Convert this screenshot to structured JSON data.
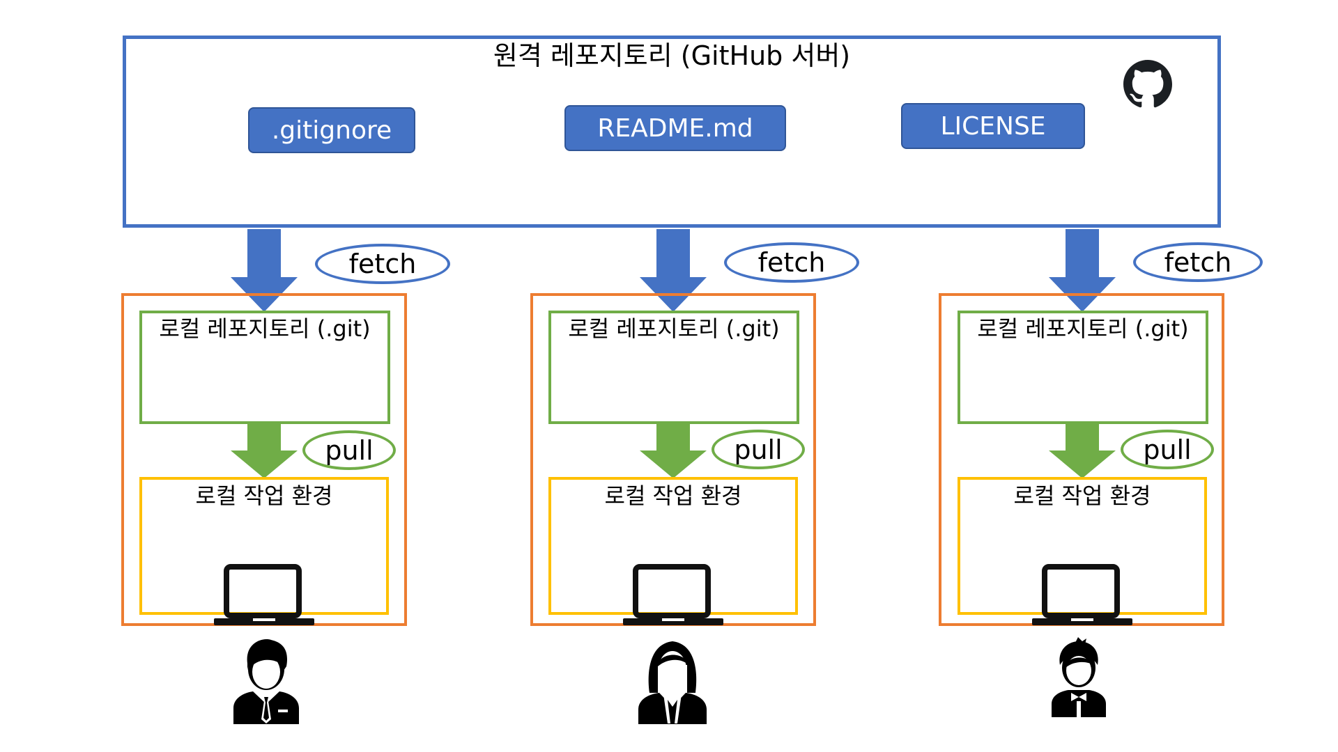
{
  "remote": {
    "title": "원격 레포지토리 (GitHub 서버)",
    "icon": "github-icon",
    "files": [
      ".gitignore",
      "README.md",
      "LICENSE"
    ]
  },
  "colors": {
    "remote_border": "#4472C4",
    "file_fill": "#4472C4",
    "local_border": "#ED7D31",
    "git_border": "#70AD47",
    "work_border": "#FFC000",
    "fetch_arrow": "#4472C4",
    "pull_arrow": "#70AD47"
  },
  "columns": [
    {
      "fetch_label": "fetch",
      "pull_label": "pull",
      "local_repo_label": "로컬 레포지토리 (.git)",
      "workspace_label": "로컬 작업 환경",
      "laptop_icon": "laptop-icon",
      "person_icon": "businessman-icon"
    },
    {
      "fetch_label": "fetch",
      "pull_label": "pull",
      "local_repo_label": "로컬 레포지토리 (.git)",
      "workspace_label": "로컬 작업 환경",
      "laptop_icon": "laptop-icon",
      "person_icon": "businesswoman-icon"
    },
    {
      "fetch_label": "fetch",
      "pull_label": "pull",
      "local_repo_label": "로컬 레포지토리 (.git)",
      "workspace_label": "로컬 작업 환경",
      "laptop_icon": "laptop-icon",
      "person_icon": "waiter-icon"
    }
  ]
}
